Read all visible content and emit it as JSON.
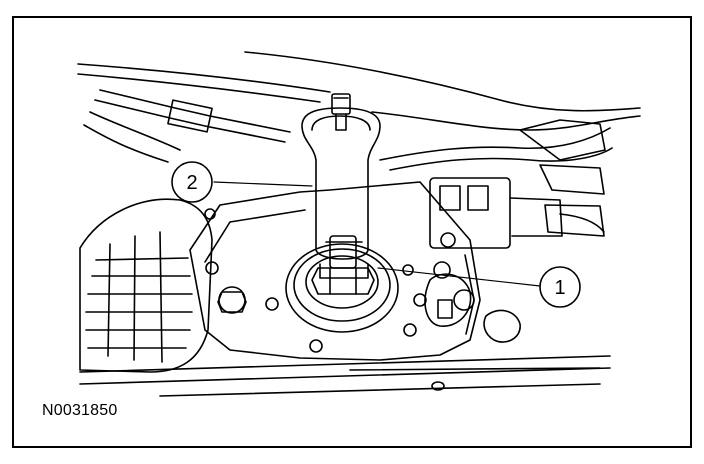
{
  "figure": {
    "id": "N0031850",
    "callouts": [
      {
        "label": "1"
      },
      {
        "label": "2"
      }
    ]
  }
}
